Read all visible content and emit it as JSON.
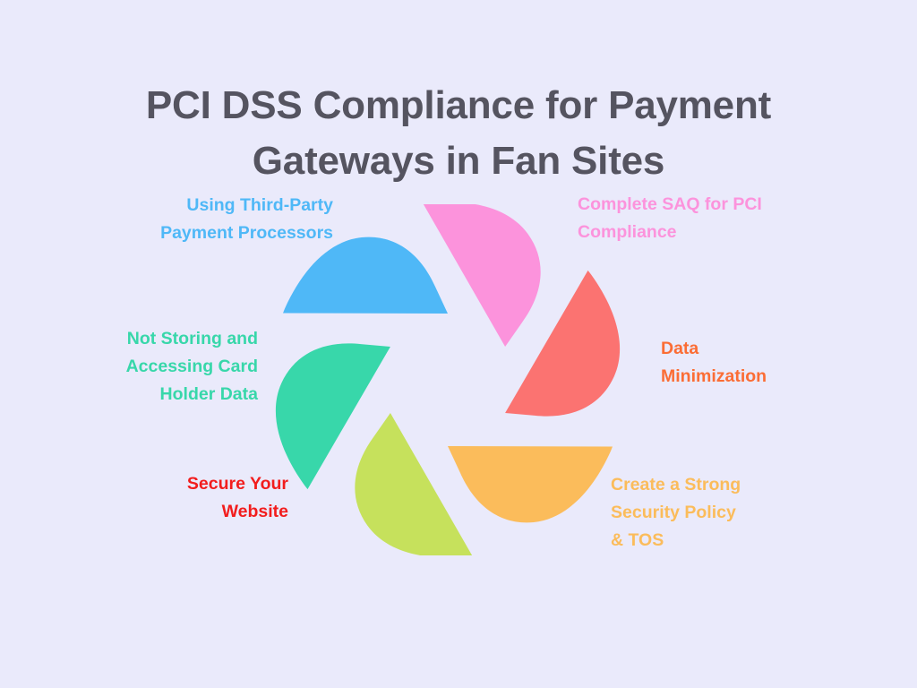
{
  "page": {
    "background_color": "#eaeafb",
    "title": "PCI DSS Compliance for Payment Gateways in Fan Sites",
    "title_color": "#555460"
  },
  "diagram": {
    "type": "hexagonal-pinwheel",
    "segment_count": 6,
    "hub_color": "#eaeafb",
    "segments": [
      {
        "key": "third_party",
        "label": "Using Third-Party\nPayment Processors",
        "color": "#4fb8f7",
        "position": "top-left",
        "align": "right",
        "rotation_deg": 0
      },
      {
        "key": "saq",
        "label": "Complete SAQ for PCI\nCompliance",
        "color": "#fc93dc",
        "position": "top-right",
        "align": "left",
        "rotation_deg": 60
      },
      {
        "key": "data_minimization",
        "label": "Data\nMinimization",
        "color": "#fb7371",
        "position": "right",
        "align": "left",
        "rotation_deg": 120
      },
      {
        "key": "security_policy",
        "label": "Create a Strong\nSecurity Policy\n& TOS",
        "color": "#fbbc5b",
        "position": "bottom-right",
        "align": "left",
        "rotation_deg": 180
      },
      {
        "key": "secure_website",
        "label": "Secure Your\nWebsite",
        "color": "#c6e15c",
        "label_color": "#f21d1d",
        "position": "bottom-left",
        "align": "right",
        "rotation_deg": 240
      },
      {
        "key": "card_holder_data",
        "label": "Not Storing and\nAccessing Card\nHolder Data",
        "color": "#38d7aa",
        "position": "left",
        "align": "right",
        "rotation_deg": 300
      }
    ]
  },
  "labels": {
    "third_party": "Using Third-Party\nPayment Processors",
    "saq": "Complete SAQ for PCI\nCompliance",
    "not_storing": "Not Storing and\nAccessing Card\nHolder Data",
    "data_minimization": "Data\nMinimization",
    "secure_website": "Secure Your\nWebsite",
    "security_policy": "Create a Strong\nSecurity Policy\n& TOS"
  },
  "label_colors": {
    "third_party": "#4fb8f7",
    "saq": "#fc93dc",
    "not_storing": "#38d7aa",
    "data_minimization": "#fb6d35",
    "secure_website": "#f21d1d",
    "security_policy": "#fbbc5b"
  }
}
